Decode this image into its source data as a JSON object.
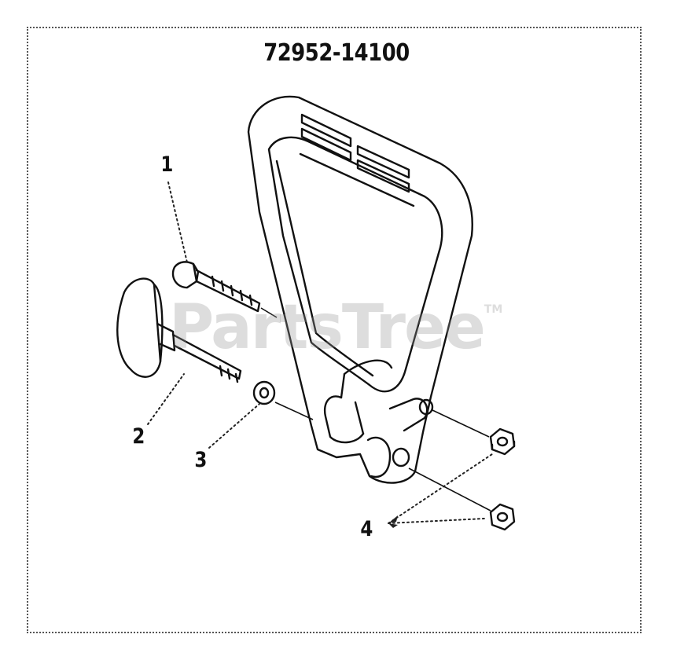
{
  "diagram": {
    "part_number": "72952-14100",
    "watermark": "PartsTree",
    "watermark_tm": "TM",
    "callouts": [
      {
        "label": "1"
      },
      {
        "label": "2"
      },
      {
        "label": "3"
      },
      {
        "label": "4"
      }
    ]
  },
  "colors": {
    "line": "#111111",
    "frame": "#555555",
    "watermark": "#969696"
  },
  "icons": [
    "loop-handle",
    "bolt",
    "t-knob",
    "washer",
    "hex-nut"
  ]
}
